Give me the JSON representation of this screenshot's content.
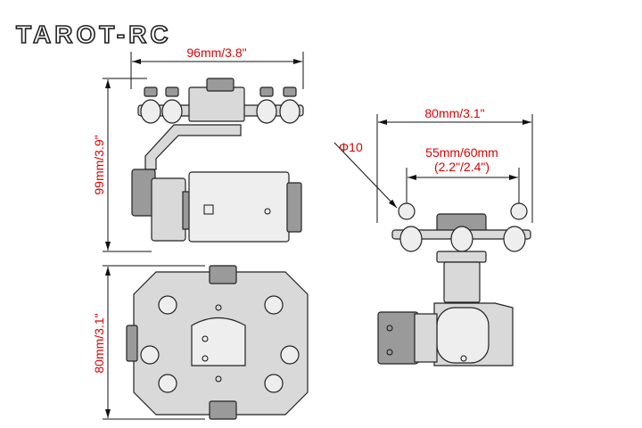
{
  "logo": {
    "text": "TAROT-RC"
  },
  "dimensions": {
    "side_width": "96mm/3.8\"",
    "side_height": "99mm/3.9\"",
    "top_depth": "80mm/3.1\"",
    "front_width": "80mm/3.1\"",
    "mount_spacing_line1": "55mm/60mm",
    "mount_spacing_line2": "(2.2\"/2.4\")",
    "damper_diameter": "Φ10"
  },
  "colors": {
    "dimension_text": "#e00000",
    "lines": "#111111"
  }
}
